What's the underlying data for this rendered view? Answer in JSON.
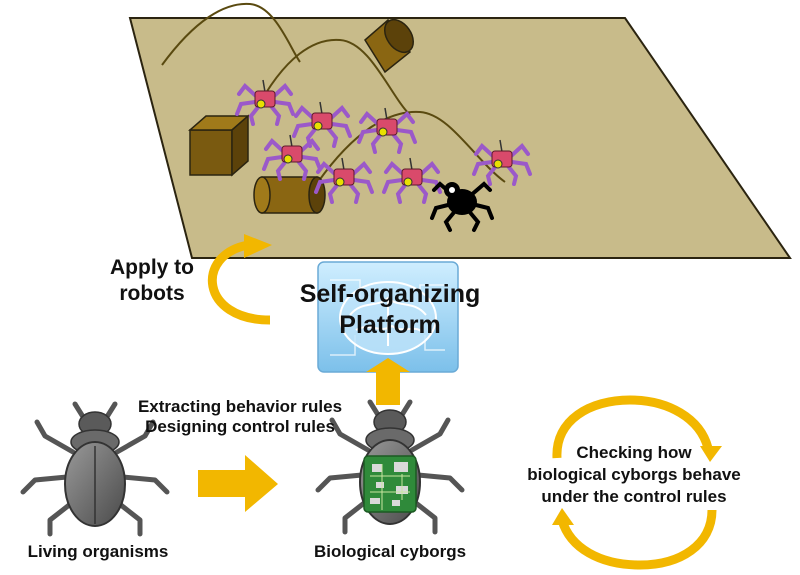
{
  "labels": {
    "apply_line1": "Apply to",
    "apply_line2": "robots",
    "platform_line1": "Self-organizing",
    "platform_line2": "Platform",
    "extract_line1": "Extracting behavior rules",
    "extract_line2": "Designing control rules",
    "checking_line1": "Checking how",
    "checking_line2": "biological cyborgs behave",
    "checking_line3": "under the control rules",
    "living": "Living organisms",
    "cyborgs": "Biological cyborgs"
  },
  "colors": {
    "terrain": "#c8bb8a",
    "terrain_outline": "#2b2410",
    "block": "#7a5a10",
    "arrow_yellow": "#f2b700",
    "robot_leg": "#9b59c9",
    "robot_body": "#d94a6b",
    "robot_eye": "#e8e000",
    "platform_blue": "#9fd3f2",
    "beetle": "#666666",
    "circuit_green": "#2f8a3a"
  }
}
